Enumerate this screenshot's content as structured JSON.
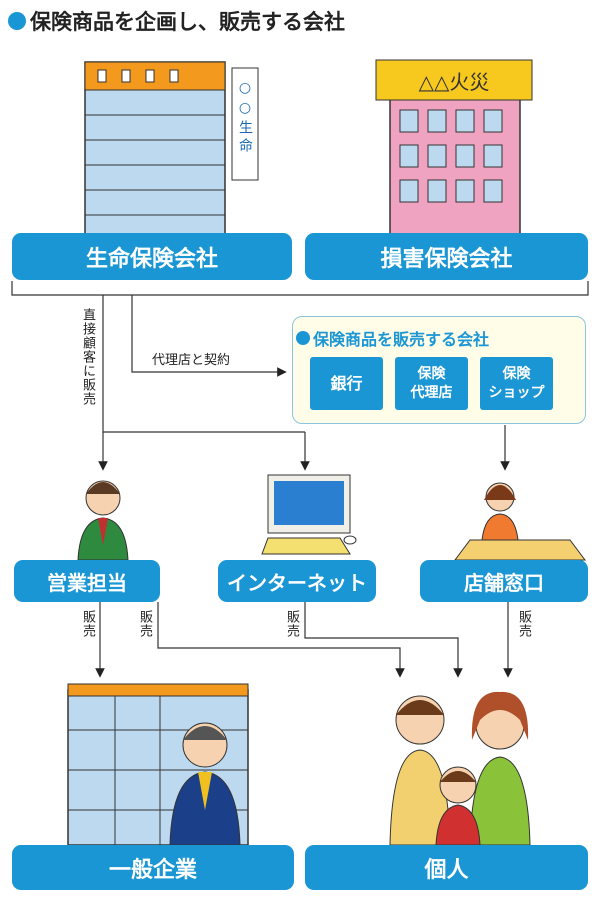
{
  "title": "保険商品を企画し、販売する会社",
  "insurers": {
    "life": "生命保険会社",
    "nonlife": "損害保険会社"
  },
  "signs": {
    "life_sign": "○○生命",
    "nonlife_sign": "△△火災"
  },
  "labels": {
    "agency_contract": "代理店と契約",
    "direct_sales": "直接顧客に販売",
    "sales": "販売"
  },
  "sellers": {
    "title": "保険商品を販売する会社",
    "items": [
      "銀行",
      "保険代理店",
      "保険ショップ"
    ],
    "items_lines": [
      [
        "銀行"
      ],
      [
        "保険",
        "代理店"
      ],
      [
        "保険",
        "ショップ"
      ]
    ]
  },
  "channels": [
    "営業担当",
    "インターネット",
    "店舗窓口"
  ],
  "customers": [
    "一般企業",
    "個人"
  ],
  "colors": {
    "accent": "#1a96d4",
    "panel": "#fffde8"
  }
}
